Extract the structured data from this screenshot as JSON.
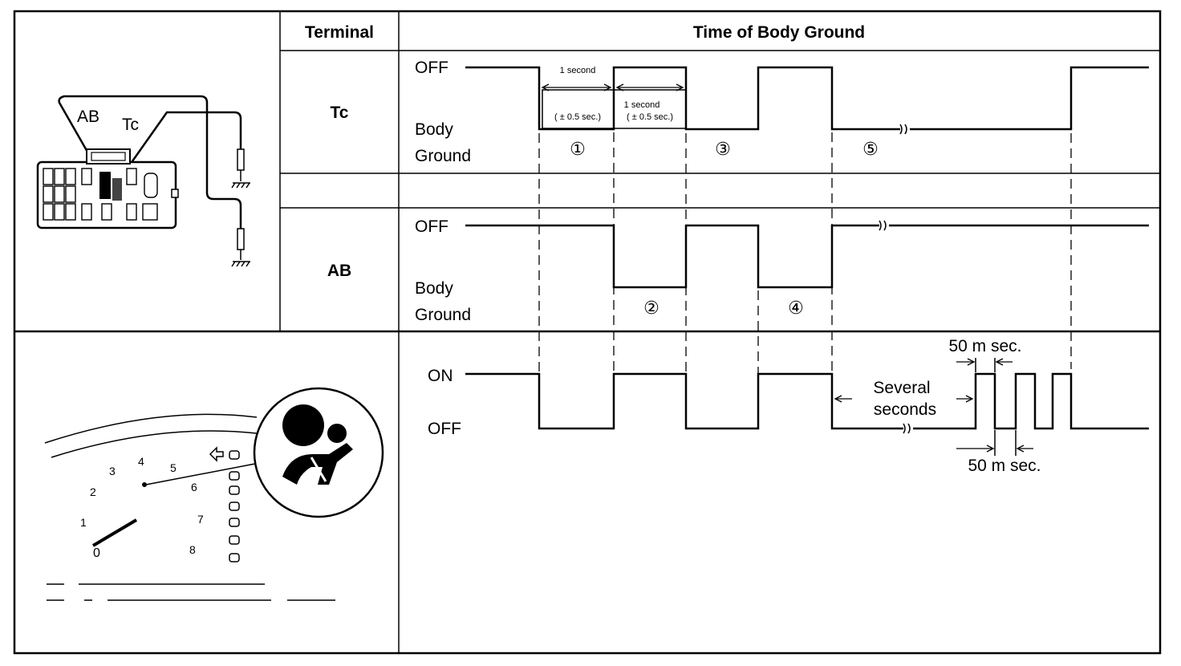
{
  "table": {
    "header_terminal": "Terminal",
    "header_time": "Time of Body Ground",
    "terminal_tc": "Tc",
    "terminal_ab": "AB"
  },
  "levels": {
    "off": "OFF",
    "on": "ON",
    "body": "Body",
    "ground": "Ground"
  },
  "annotations": {
    "one_second_a": "1 second",
    "tolerance_a": "( ± 0.5 sec.)",
    "one_second_b": "1 second",
    "tolerance_b": "( ± 0.5 sec.)",
    "several": "Several",
    "seconds": "seconds",
    "fifty_ms_top": "50 m sec.",
    "fifty_ms_bottom": "50 m sec."
  },
  "steps": [
    "①",
    "②",
    "③",
    "④",
    "⑤"
  ],
  "connector": {
    "label_ab": "AB",
    "label_tc": "Tc"
  },
  "meter": {
    "ticks": [
      "0",
      "1",
      "2",
      "3",
      "4",
      "5",
      "6",
      "7",
      "8"
    ]
  }
}
